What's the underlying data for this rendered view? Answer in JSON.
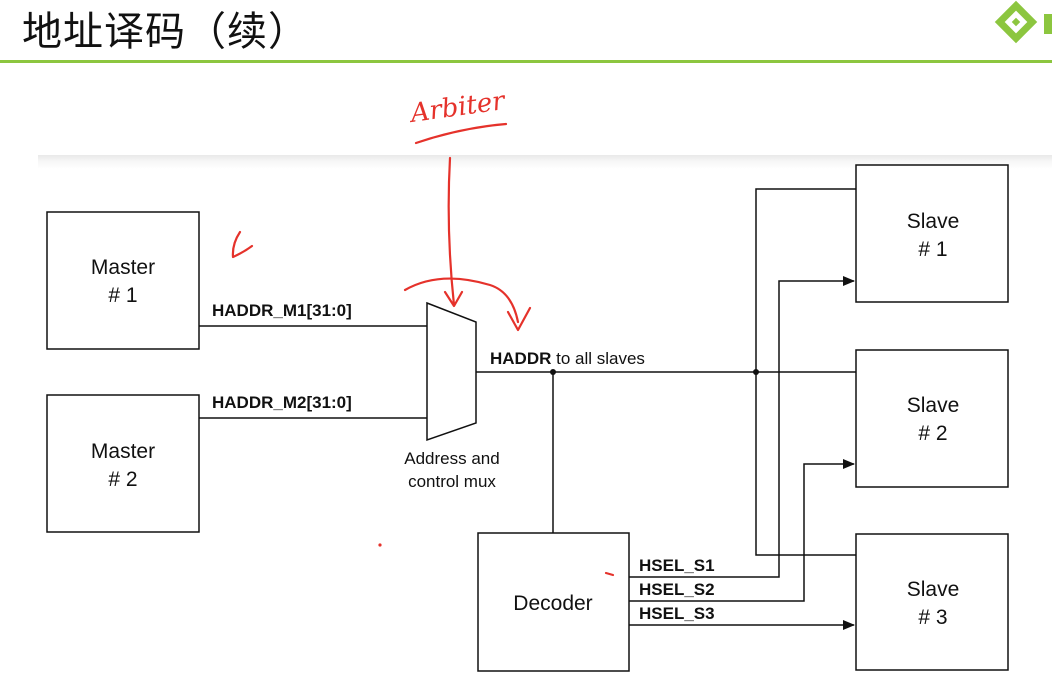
{
  "slide": {
    "title": "地址译码（续）",
    "accent_color": "#8cc63f"
  },
  "diagram": {
    "masters": [
      {
        "line1": "Master",
        "line2": "# 1",
        "bus_label": "HADDR_M1[31:0]"
      },
      {
        "line1": "Master",
        "line2": "# 2",
        "bus_label": "HADDR_M2[31:0]"
      }
    ],
    "mux": {
      "caption_line1": "Address and",
      "caption_line2": "control mux"
    },
    "output_bus": {
      "bold": "HADDR",
      "rest": " to all slaves"
    },
    "decoder": {
      "label": "Decoder"
    },
    "select_signals": [
      "HSEL_S1",
      "HSEL_S2",
      "HSEL_S3"
    ],
    "slaves": [
      {
        "line1": "Slave",
        "line2": "# 1"
      },
      {
        "line1": "Slave",
        "line2": "# 2"
      },
      {
        "line1": "Slave",
        "line2": "# 3"
      }
    ]
  },
  "annotations": {
    "handwritten_note": "Arbiter",
    "ink_color": "#e5322b"
  }
}
